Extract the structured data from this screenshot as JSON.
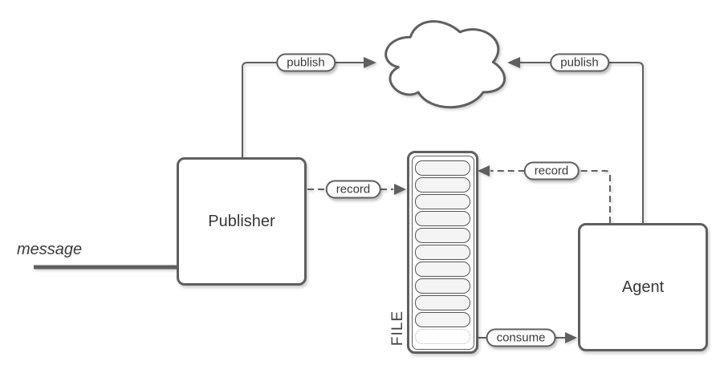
{
  "diagram": {
    "nodes": {
      "cloud": {
        "shape": "cloud"
      },
      "publisher": {
        "label": "Publisher"
      },
      "agent": {
        "label": "Agent"
      },
      "file_stack": {
        "label": "FILE",
        "slots": [
          {
            "state": "filled"
          },
          {
            "state": "filled"
          },
          {
            "state": "filled"
          },
          {
            "state": "filled"
          },
          {
            "state": "filled"
          },
          {
            "state": "filled"
          },
          {
            "state": "filled"
          },
          {
            "state": "filled"
          },
          {
            "state": "filled"
          },
          {
            "state": "filled"
          },
          {
            "state": "empty"
          }
        ]
      }
    },
    "edges": {
      "publish_left": {
        "label": "publish",
        "from": "publisher",
        "to": "cloud",
        "style": "solid"
      },
      "publish_right": {
        "label": "publish",
        "from": "agent",
        "to": "cloud",
        "style": "solid"
      },
      "record_left": {
        "label": "record",
        "from": "publisher",
        "to": "file_stack",
        "style": "dashed"
      },
      "record_right": {
        "label": "record",
        "from": "agent",
        "to": "file_stack",
        "style": "dashed"
      },
      "consume": {
        "label": "consume",
        "from": "file_stack",
        "to": "agent",
        "style": "solid"
      },
      "message": {
        "label": "message",
        "to": "publisher",
        "style": "solid-thick"
      }
    },
    "colors": {
      "line": "#5f5f5f",
      "text": "#383838",
      "slot_fill": "#f4f4f4",
      "shape_fill": "#ffffff",
      "empty_slot_border": "#b5b5b5"
    }
  }
}
